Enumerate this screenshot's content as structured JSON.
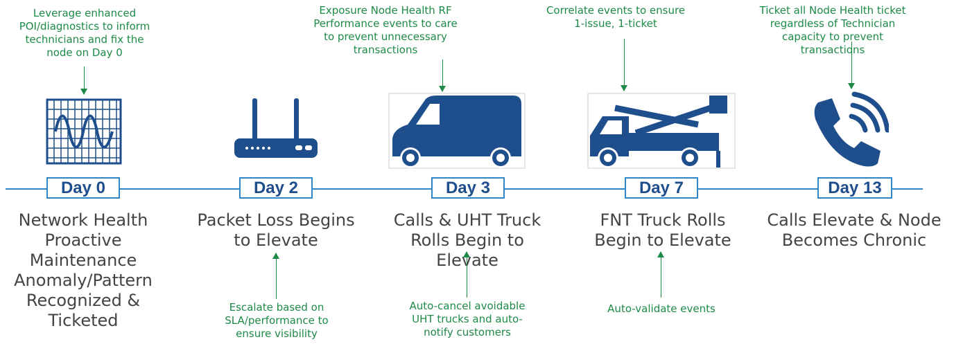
{
  "colors": {
    "accent_blue": "#2f86c6",
    "icon_navy": "#1f4e8c",
    "note_green": "#1e8a47",
    "body_text": "#444444"
  },
  "milestones": [
    {
      "day_label": "Day 0",
      "icon": "oscilloscope-icon",
      "description": "Network Health\nProactive\nMaintenance\nAnomaly/Pattern\nRecognized &\nTicketed",
      "top_note": "Leverage enhanced\nPOI/diagnostics to inform\ntechnicians and fix the\nnode on Day 0"
    },
    {
      "day_label": "Day 2",
      "icon": "router-icon",
      "description": "Packet Loss Begins\nto Elevate",
      "bottom_note": "Escalate based on\nSLA/performance to\nensure visibility"
    },
    {
      "day_label": "Day 3",
      "icon": "van-icon",
      "description": "Calls & UHT Truck\nRolls Begin to\nElevate",
      "top_note": "Exposure Node Health RF\nPerformance events to care\nto prevent unnecessary\ntransactions",
      "bottom_note": "Auto-cancel avoidable\nUHT trucks and auto-\nnotify customers"
    },
    {
      "day_label": "Day 7",
      "icon": "bucket-truck-icon",
      "description": "FNT Truck Rolls\nBegin to Elevate",
      "top_note": "Correlate events to ensure\n1-issue, 1-ticket",
      "bottom_note": "Auto-validate events"
    },
    {
      "day_label": "Day 13",
      "icon": "phone-icon",
      "description": "Calls Elevate & Node\nBecomes Chronic",
      "top_note": "Ticket all Node Health ticket\nregardless of Technician\ncapacity to prevent\ntransactions"
    }
  ]
}
